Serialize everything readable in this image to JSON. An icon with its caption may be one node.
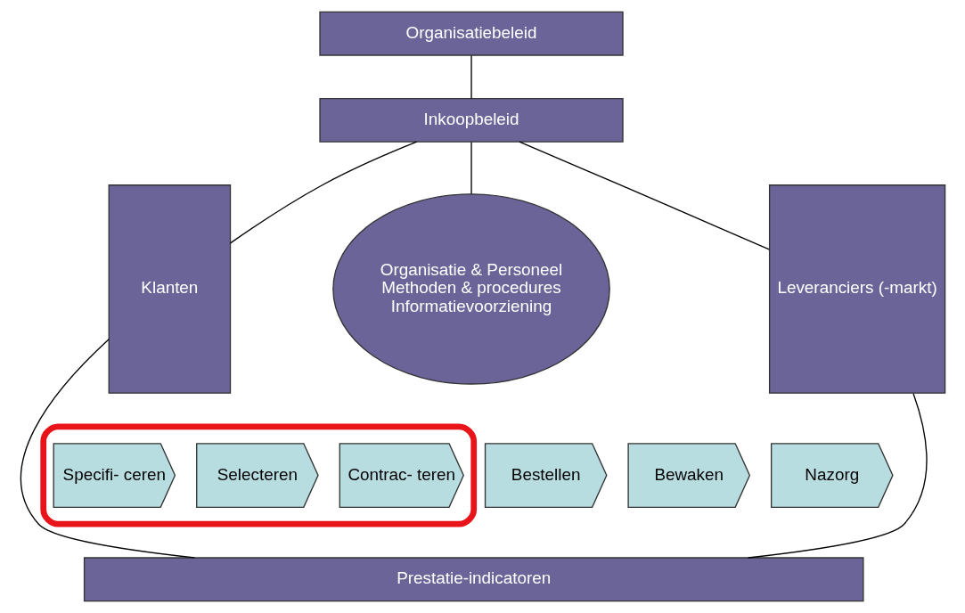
{
  "diagram": {
    "nodes": [
      {
        "text": [
          "Organisatiebeleid"
        ]
      },
      {
        "text": [
          "Inkoopbeleid"
        ]
      },
      {
        "text": [
          "Klanten"
        ]
      },
      {
        "text": [
          "Organisatie & Personeel",
          "Methoden & procedures",
          "Informatievoorziening"
        ]
      },
      {
        "text": [],
        "shape": "ellipse"
      },
      {
        "text": [
          "Specifi- ceren"
        ],
        "in": 4
      },
      {
        "text": [
          "Selecteren"
        ],
        "in": 4
      },
      {
        "text": [
          "Contrac- teren"
        ],
        "in": 4
      },
      {
        "text": [
          "Bestellen"
        ]
      },
      {
        "text": [
          "Bewaken"
        ]
      },
      {
        "text": [
          "Nazorg"
        ]
      },
      {
        "text": [
          "Leveranciers (-markt)"
        ]
      },
      {
        "text": [
          "Prestatie-indicatoren"
        ]
      }
    ],
    "edges": [
      {
        "from": 0,
        "to": 1,
        "arrow": "none"
      },
      {
        "from": 1,
        "to": 2,
        "arrow": "none"
      },
      {
        "from": 1,
        "to": 3,
        "arrow": "none"
      },
      {
        "from": 1,
        "to": 11,
        "arrow": "none"
      },
      {
        "from": 2,
        "to": 12,
        "arrow": "none"
      },
      {
        "from": 11,
        "to": 12,
        "arrow": "none"
      }
    ]
  }
}
